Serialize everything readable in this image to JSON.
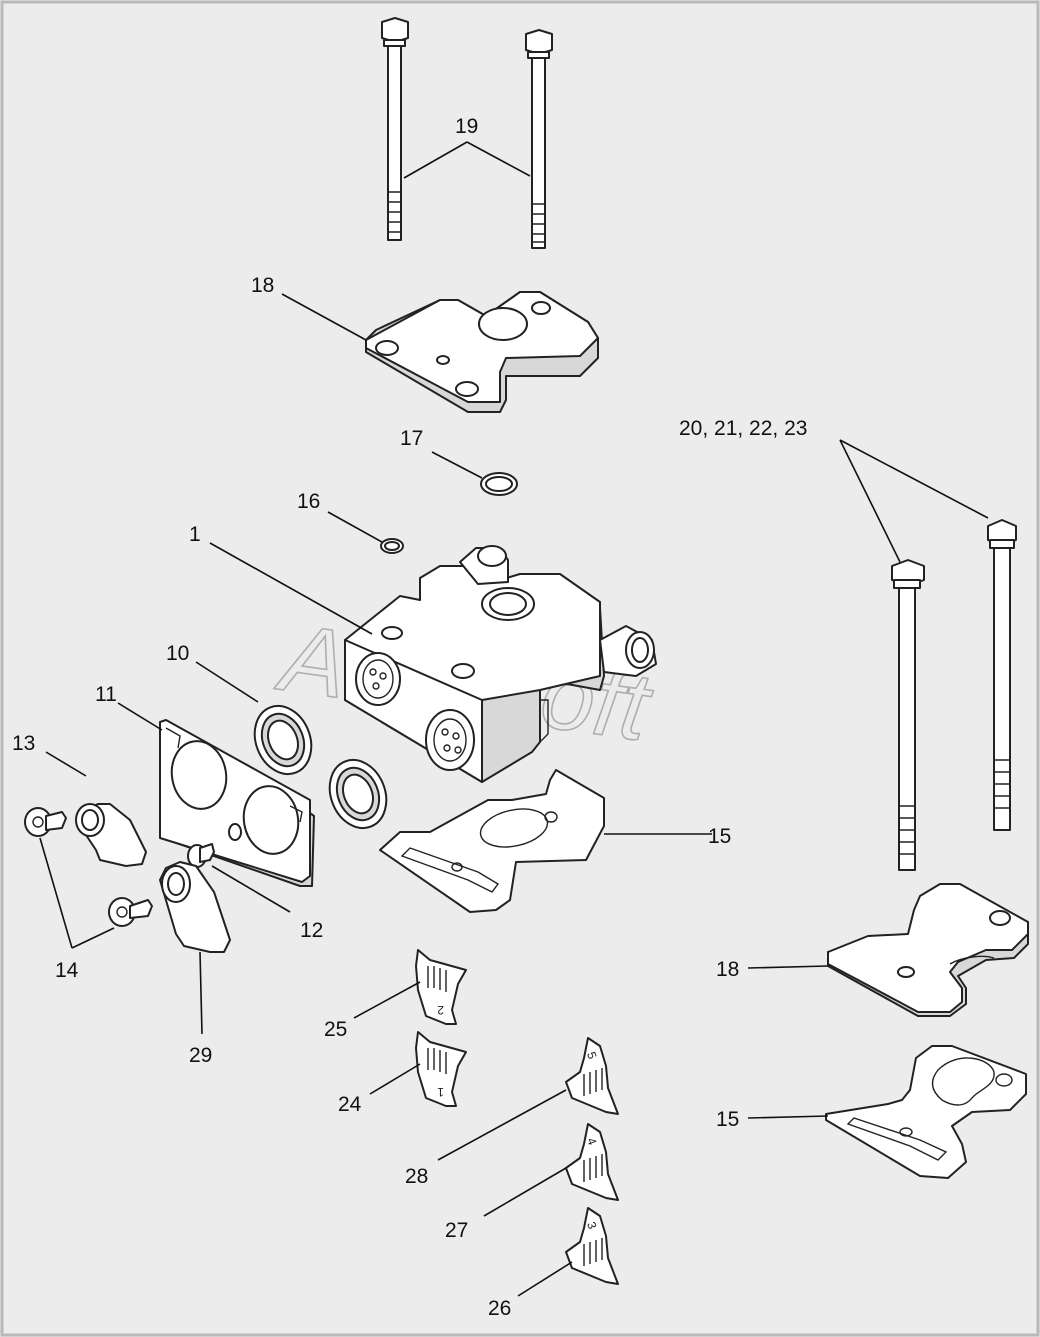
{
  "watermark": "AutoSoft",
  "callouts": [
    {
      "id": "c19",
      "text": "19"
    },
    {
      "id": "c18a",
      "text": "18"
    },
    {
      "id": "c17",
      "text": "17"
    },
    {
      "id": "c16",
      "text": "16"
    },
    {
      "id": "c1",
      "text": "1"
    },
    {
      "id": "c20_23",
      "text": "20, 21, 22, 23"
    },
    {
      "id": "c10",
      "text": "10"
    },
    {
      "id": "c11",
      "text": "11"
    },
    {
      "id": "c13",
      "text": "13"
    },
    {
      "id": "c15a",
      "text": "15"
    },
    {
      "id": "c12",
      "text": "12"
    },
    {
      "id": "c14",
      "text": "14"
    },
    {
      "id": "c18b",
      "text": "18"
    },
    {
      "id": "c25",
      "text": "25"
    },
    {
      "id": "c29",
      "text": "29"
    },
    {
      "id": "c24",
      "text": "24"
    },
    {
      "id": "c15b",
      "text": "15"
    },
    {
      "id": "c28",
      "text": "28"
    },
    {
      "id": "c27",
      "text": "27"
    },
    {
      "id": "c26",
      "text": "26"
    }
  ],
  "decals": [
    {
      "id": "d25",
      "number": "2"
    },
    {
      "id": "d24",
      "number": "1"
    },
    {
      "id": "d28",
      "number": "5"
    },
    {
      "id": "d27",
      "number": "4"
    },
    {
      "id": "d26",
      "number": "3"
    }
  ]
}
